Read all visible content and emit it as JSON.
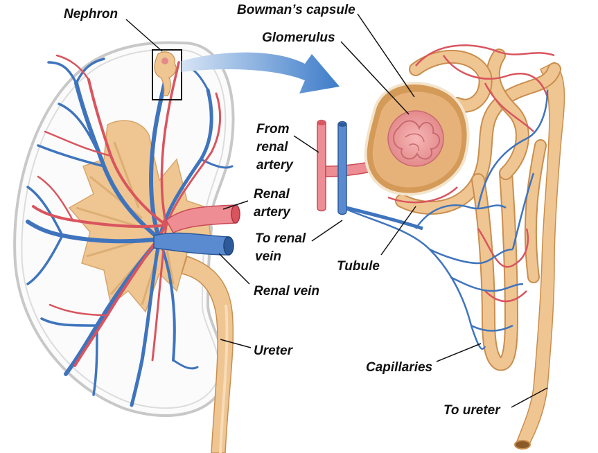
{
  "labels": {
    "nephron": "Nephron",
    "bowmans_capsule": "Bowman’s capsule",
    "glomerulus": "Glomerulus",
    "from_renal_artery_1": "From",
    "from_renal_artery_2": "renal",
    "from_renal_artery_3": "artery",
    "renal_artery_1": "Renal",
    "renal_artery_2": "artery",
    "to_renal_vein_1": "To renal",
    "to_renal_vein_2": "vein",
    "tubule": "Tubule",
    "renal_vein": "Renal vein",
    "ureter": "Ureter",
    "capillaries": "Capillaries",
    "to_ureter": "To ureter"
  },
  "colors": {
    "artery": "#d9545e",
    "artery_light": "#ee8d93",
    "vein": "#3f74bd",
    "vein_light": "#7fa6dc",
    "tissue": "#efc592",
    "tissue_dark": "#c98e4e",
    "capsule": "#d49a57",
    "arrow": "#3d7cc9",
    "outline": "#c8c8c8"
  }
}
